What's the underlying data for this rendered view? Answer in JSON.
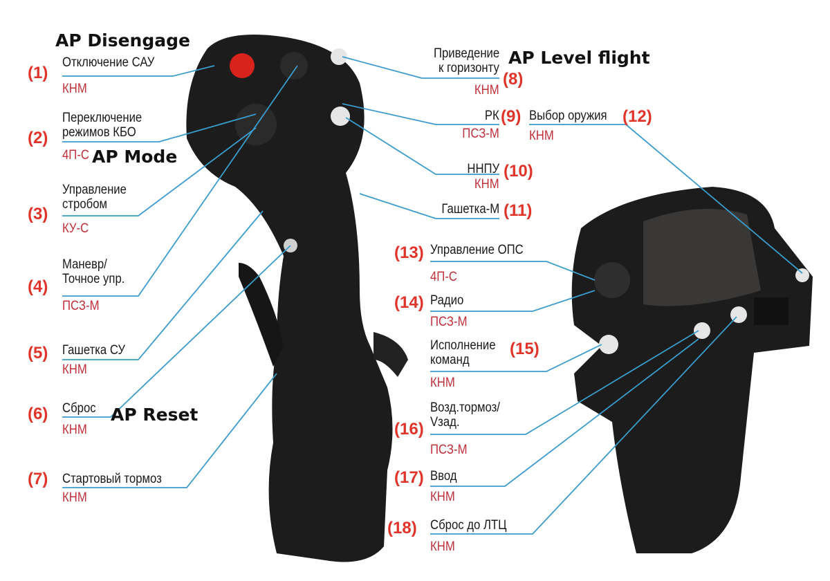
{
  "ap_labels": {
    "disengage": "AP Disengage",
    "mode": "AP Mode",
    "reset": "AP Reset",
    "level_flight": "AP Level flight"
  },
  "callouts": [
    {
      "num": "(1)",
      "text": [
        "Отключение САУ"
      ],
      "code": "КНМ"
    },
    {
      "num": "(2)",
      "text": [
        "Переключение",
        "режимов КБО"
      ],
      "code": "4П-С"
    },
    {
      "num": "(3)",
      "text": [
        "Управление",
        "стробом"
      ],
      "code": "КУ-С"
    },
    {
      "num": "(4)",
      "text": [
        "Маневр/",
        "Точное упр."
      ],
      "code": "ПСЗ-М"
    },
    {
      "num": "(5)",
      "text": [
        "Гашетка СУ"
      ],
      "code": "КНМ"
    },
    {
      "num": "(6)",
      "text": [
        "Сброс"
      ],
      "code": "КНМ"
    },
    {
      "num": "(7)",
      "text": [
        "Стартовый тормоз"
      ],
      "code": "КНМ"
    },
    {
      "num": "(8)",
      "text": [
        "Приведение",
        "к горизонту"
      ],
      "code": "КНМ"
    },
    {
      "num": "(9)",
      "text": [
        "РК"
      ],
      "code": "ПСЗ-М"
    },
    {
      "num": "(10)",
      "text": [
        "ННПУ"
      ],
      "code": "КНМ"
    },
    {
      "num": "(11)",
      "text": [
        "Гашетка-М"
      ],
      "code": ""
    },
    {
      "num": "(12)",
      "text": [
        "Выбор оружия"
      ],
      "code": "КНМ"
    },
    {
      "num": "(13)",
      "text": [
        "Управление ОПС"
      ],
      "code": "4П-С"
    },
    {
      "num": "(14)",
      "text": [
        "Радио"
      ],
      "code": "ПСЗ-М"
    },
    {
      "num": "(15)",
      "text": [
        "Исполнение",
        "команд"
      ],
      "code": "КНМ"
    },
    {
      "num": "(16)",
      "text": [
        "Возд.тормоз/",
        "Vзад."
      ],
      "code": "ПСЗ-М"
    },
    {
      "num": "(17)",
      "text": [
        "Ввод"
      ],
      "code": "КНМ"
    },
    {
      "num": "(18)",
      "text": [
        "Сброс до ЛТЦ"
      ],
      "code": "КНМ"
    }
  ],
  "colors": {
    "number": "#e0342a",
    "code": "#c0303a",
    "leader_line": "#3a9ccc",
    "device": "#1c1c1c"
  }
}
